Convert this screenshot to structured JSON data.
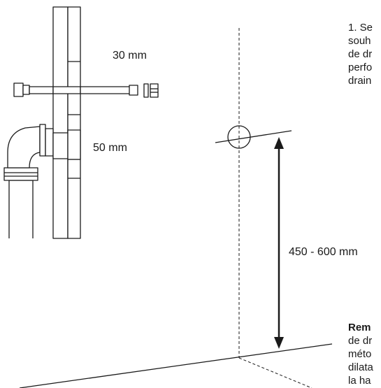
{
  "labels": {
    "pipe_small": "30 mm",
    "pipe_large": "50 mm",
    "height_range": "450 - 600 mm"
  },
  "step_text": {
    "line1": "1. Se",
    "line2": "souh",
    "line3": "de dr",
    "line4": "perfo",
    "line5": "drain"
  },
  "remark": {
    "title": "Rem",
    "line1": "de dr",
    "line2": "méto",
    "line3": "dilata",
    "line4": "la ha"
  },
  "colors": {
    "stroke": "#1a1a1a",
    "fill": "#ffffff"
  }
}
